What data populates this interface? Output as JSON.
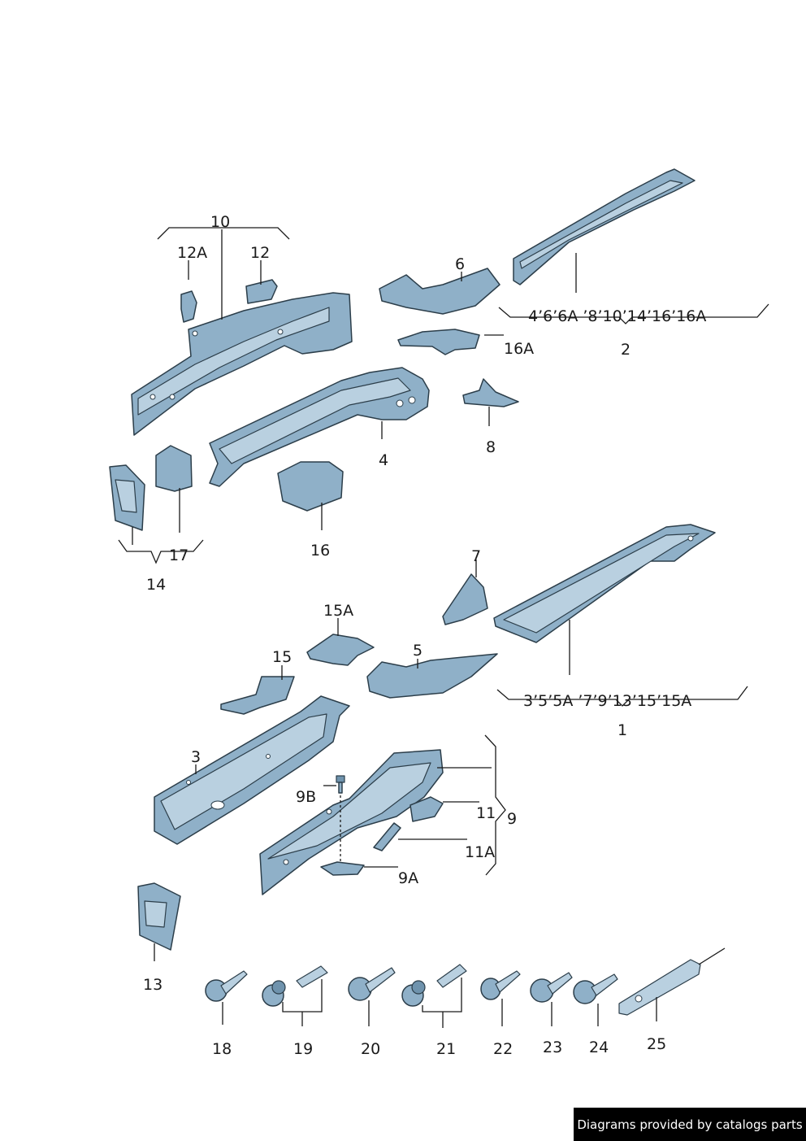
{
  "labels": {
    "l1": "1",
    "l2": "2",
    "l3": "3",
    "l4": "4",
    "l5": "5",
    "l6": "6",
    "l7": "7",
    "l8": "8",
    "l9": "9",
    "l9a": "9A",
    "l9b": "9B",
    "l10": "10",
    "l11": "11",
    "l11a": "11A",
    "l12": "12",
    "l12a": "12A",
    "l13": "13",
    "l14": "14",
    "l15": "15",
    "l15a": "15A",
    "l16": "16",
    "l16a": "16A",
    "l17": "17",
    "l18": "18",
    "l19": "19",
    "l20": "20",
    "l21": "21",
    "l22": "22",
    "l23": "23",
    "l24": "24",
    "l25": "25"
  },
  "group_lists": {
    "group2": "4’6’6A ’8’10’14’16’16A",
    "group1": "3’5’5A ’7’9’13’15’15A"
  },
  "watermark": "Diagrams provided by catalogs parts",
  "colors": {
    "part_fill": "#8fb0c8",
    "part_outline": "#2c3e4a",
    "background": "#ffffff"
  }
}
